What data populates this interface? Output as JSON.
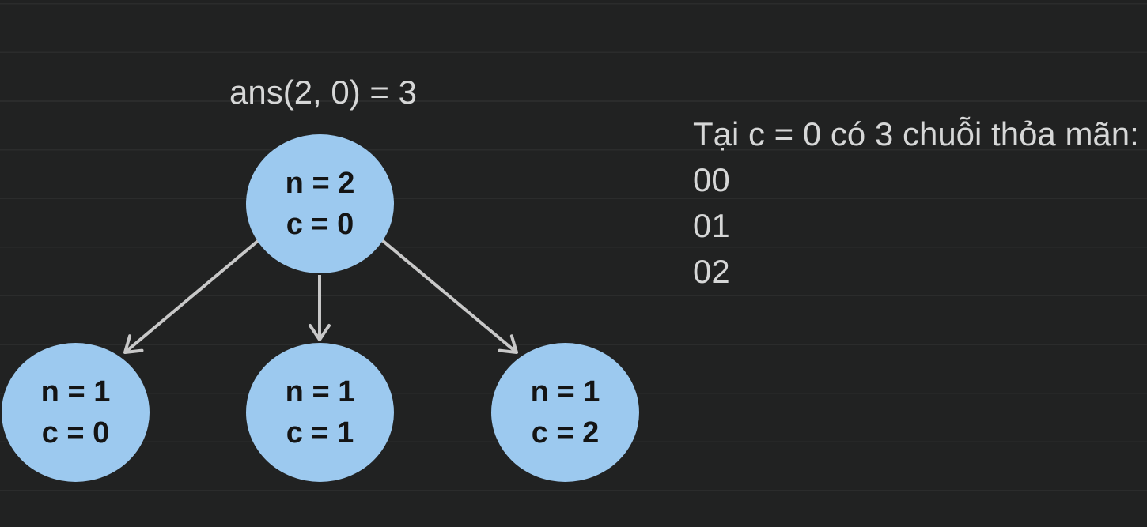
{
  "colors": {
    "background": "#212222",
    "ruled_line": "#2b2c2c",
    "node_fill": "#9cc9ef",
    "node_text": "#141414",
    "arrow": "#c8c8c8",
    "label_text": "#d6d7d7"
  },
  "annotation": {
    "root_value_label": "ans(2, 0) = 3"
  },
  "tree": {
    "root": {
      "line1": "n = 2",
      "line2": "c = 0"
    },
    "children": [
      {
        "line1": "n = 1",
        "line2": "c = 0"
      },
      {
        "line1": "n = 1",
        "line2": "c = 1"
      },
      {
        "line1": "n = 1",
        "line2": "c = 2"
      }
    ]
  },
  "side_note": {
    "title": "Tại c = 0 có 3 chuỗi thỏa mãn:",
    "strings": [
      "00",
      "01",
      "02"
    ]
  }
}
